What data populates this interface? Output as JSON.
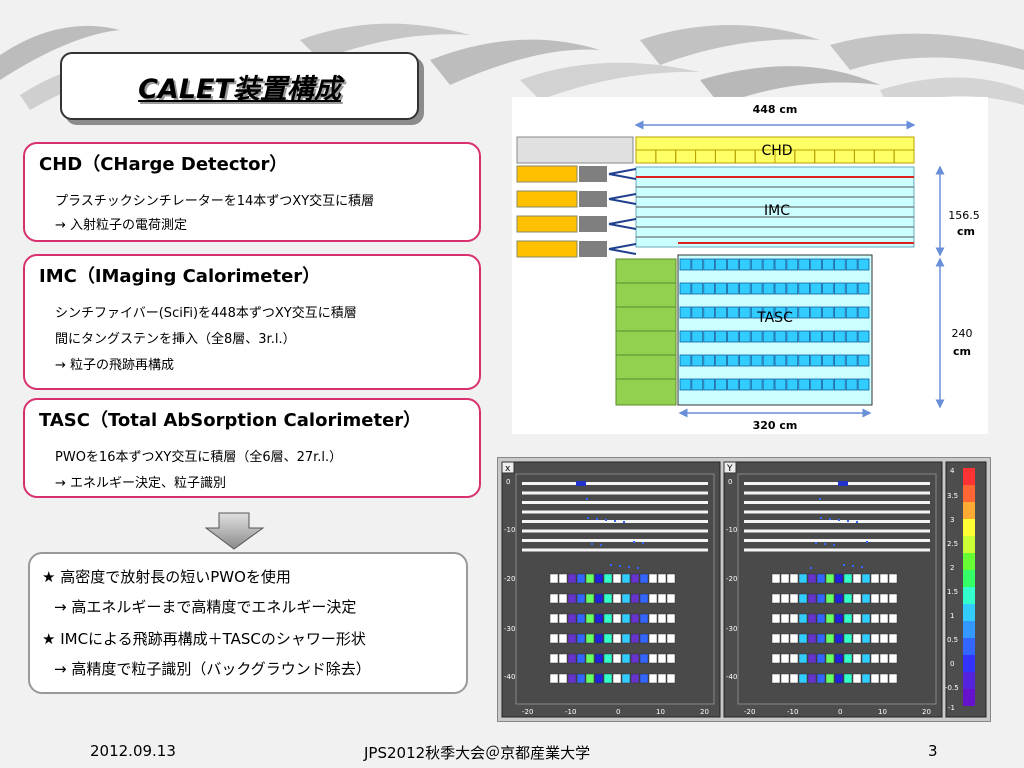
{
  "title": "CALET装置構成",
  "sections": [
    {
      "heading": "CHD（CHarge Detector）",
      "lines": [
        "プラスチックシンチレーターを14本ずつXY交互に積層",
        "→ 入射粒子の電荷測定"
      ]
    },
    {
      "heading": "IMC（IMaging Calorimeter）",
      "lines": [
        "シンチファイバー(SciFi)を448本ずつXY交互に積層",
        "間にタングステンを挿入（全8層、3r.l.）",
        "→ 粒子の飛跡再構成"
      ]
    },
    {
      "heading": "TASC（Total AbSorption Calorimeter）",
      "lines": [
        "PWOを16本ずつXY交互に積層（全6層、27r.l.）",
        "→ エネルギー決定、粒子識別"
      ]
    }
  ],
  "summary": [
    "★ 高密度で放射長の短いPWOを使用",
    "→ 高エネルギーまで高精度でエネルギー決定",
    "★ IMCによる飛跡再構成＋TASCのシャワー形状",
    "→ 高精度で粒子識別（バックグラウンド除去）"
  ],
  "detector": {
    "dim_top": "448 cm",
    "dim_bottom": "320 cm",
    "dim_right1": [
      "156.5",
      "cm"
    ],
    "dim_right2": [
      "240",
      "cm"
    ],
    "chd": "CHD",
    "imc": "IMC",
    "tasc": "TASC"
  },
  "event": {
    "panel_x": "x",
    "panel_y": "Y",
    "y_ticks": [
      "0",
      "-10",
      "-20",
      "-30",
      "-40"
    ],
    "x_ticks": [
      "-20",
      "-10",
      "0",
      "10",
      "20"
    ],
    "scale_ticks": [
      "4",
      "3.5",
      "3",
      "2.5",
      "2",
      "1.5",
      "1",
      "0.5",
      "0",
      "-0.5",
      "-1"
    ]
  },
  "footer": {
    "date": "2012.09.13",
    "event": "JPS2012秋季大会＠京都産業大学",
    "page": "3"
  },
  "colors": {
    "box_border": "#d8306e",
    "chd_fill": "#ffff66",
    "imc_fill": "#ccffff",
    "tasc_fill": "#33ccff",
    "side_green": "#92d050"
  }
}
